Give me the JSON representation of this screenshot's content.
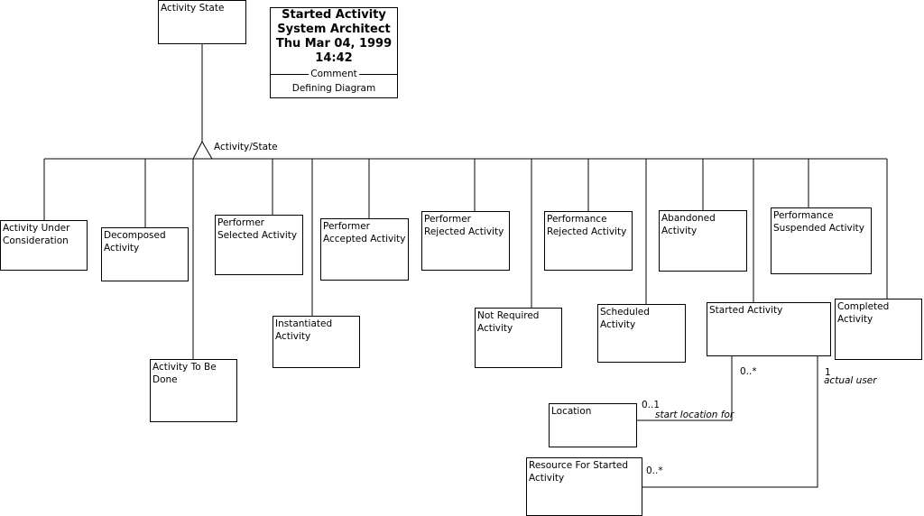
{
  "header": {
    "title": "Started Activity",
    "author": "System Architect",
    "date": "Thu Mar 04, 1999",
    "time": "14:42",
    "comment_label": "Comment",
    "footer": "Defining Diagram"
  },
  "supertype": "Activity State",
  "generalization_label": "Activity/State",
  "subtypes": {
    "under_consideration": "Activity Under\nConsideration",
    "decomposed": "Decomposed\nActivity",
    "to_be_done": "Activity To Be\nDone",
    "performer_selected": "Performer\nSelected Activity",
    "instantiated": "Instantiated Activity",
    "performer_accepted": "Performer\nAccepted Activity",
    "performer_rejected": "Performer\nRejected Activity",
    "not_required": "Not Required\nActivity",
    "performance_rejected": "Performance\nRejected Activity",
    "scheduled": "Scheduled Activity",
    "abandoned": "Abandoned\nActivity",
    "started": "Started Activity",
    "performance_suspended": "Performance\nSuspended Activity",
    "completed": "Completed Activity"
  },
  "related": {
    "location": "Location",
    "resource": "Resource For Started\nActivity"
  },
  "associations": {
    "location_mult_near": "0..1",
    "location_role": "start location for",
    "location_mult_far": "0..*",
    "resource_mult_near": "0..*",
    "resource_mult_far": "1",
    "resource_role": "actual user"
  }
}
